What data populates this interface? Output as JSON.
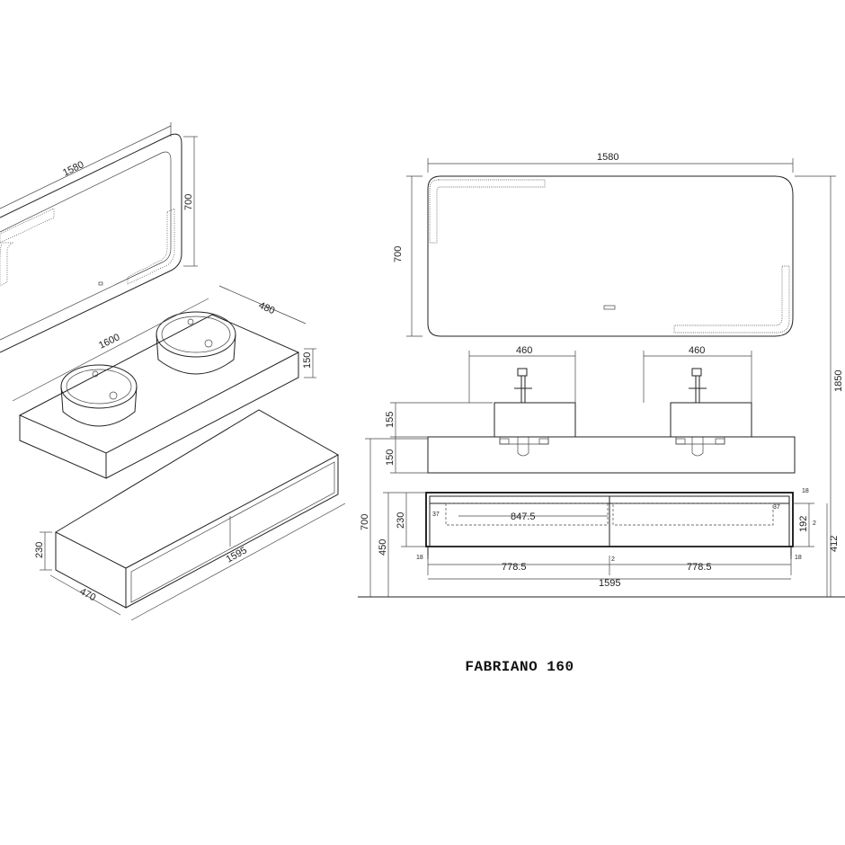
{
  "title": "FABRIANO 160",
  "iso_view": {
    "mirror_width": "1580",
    "mirror_height": "700",
    "top_length": "1600",
    "top_depth": "480",
    "top_thickness": "150",
    "cabinet_length": "1595",
    "cabinet_depth": "470",
    "cabinet_height": "230"
  },
  "front_view": {
    "mirror_width": "1580",
    "mirror_height": "700",
    "basin_left_width": "460",
    "basin_right_width": "460",
    "basin_height": "155",
    "top_thickness": "150",
    "overall_height": "1850",
    "cabinet_left_height": "700",
    "cabinet_mid_height": "450",
    "drawer_height": "230",
    "drawer_inner_height": "192",
    "leg_height": "412",
    "drawer_width": "847.5",
    "bay_left": "778.5",
    "bay_right": "778.5",
    "cabinet_width": "1595",
    "small_left": "18",
    "small_right": "18",
    "small_center": "2",
    "small_top_right": "18",
    "small_right_gap": "2",
    "small_left_drawer": "37",
    "small_right_drawer": "37"
  }
}
